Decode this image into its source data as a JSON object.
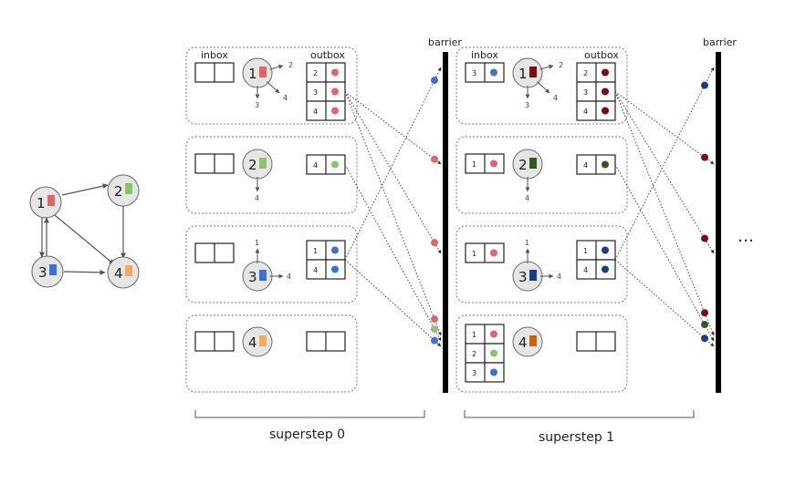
{
  "colors": {
    "red": "#e06666",
    "green": "#8bc46a",
    "blue": "#3d6fd8",
    "orange": "#f2a960",
    "dark_red": "#7a0d0d",
    "dark_green": "#2e5b1e",
    "dark_blue": "#1b3f86",
    "dark_orange": "#c8640a",
    "node_fill": "#e6e6e6",
    "line": "#555555"
  },
  "graph": {
    "nodes": [
      {
        "id": "1",
        "color": "red"
      },
      {
        "id": "2",
        "color": "green"
      },
      {
        "id": "3",
        "color": "blue"
      },
      {
        "id": "4",
        "color": "orange"
      }
    ]
  },
  "labels": {
    "inbox": "inbox",
    "outbox": "outbox",
    "barrier": "barrier",
    "superstep0": "superstep 0",
    "superstep1": "superstep 1",
    "ellipsis": "…"
  },
  "superstep0": {
    "workers": [
      {
        "vertex": "1",
        "vcolor": "red",
        "inbox": [],
        "outbox": [
          {
            "to": "2",
            "color": "red"
          },
          {
            "to": "3",
            "color": "red"
          },
          {
            "to": "4",
            "color": "red"
          }
        ],
        "edges": [
          "2",
          "3",
          "4"
        ]
      },
      {
        "vertex": "2",
        "vcolor": "green",
        "inbox": [],
        "outbox": [
          {
            "to": "4",
            "color": "green"
          }
        ],
        "edges": [
          "4"
        ]
      },
      {
        "vertex": "3",
        "vcolor": "blue",
        "inbox": [],
        "outbox": [
          {
            "to": "1",
            "color": "blue"
          },
          {
            "to": "4",
            "color": "blue"
          }
        ],
        "edges": [
          "1",
          "4"
        ]
      },
      {
        "vertex": "4",
        "vcolor": "orange",
        "inbox": [],
        "outbox": [],
        "edges": []
      }
    ]
  },
  "superstep1": {
    "workers": [
      {
        "vertex": "1",
        "vcolor": "dark_red",
        "inbox": [
          {
            "from": "3",
            "color": "blue"
          }
        ],
        "outbox": [
          {
            "to": "2",
            "color": "dark_red"
          },
          {
            "to": "3",
            "color": "dark_red"
          },
          {
            "to": "4",
            "color": "dark_red"
          }
        ],
        "edges": [
          "2",
          "3",
          "4"
        ]
      },
      {
        "vertex": "2",
        "vcolor": "dark_green",
        "inbox": [
          {
            "from": "1",
            "color": "red"
          }
        ],
        "outbox": [
          {
            "to": "4",
            "color": "dark_green"
          }
        ],
        "edges": [
          "4"
        ]
      },
      {
        "vertex": "3",
        "vcolor": "dark_blue",
        "inbox": [
          {
            "from": "1",
            "color": "red"
          }
        ],
        "outbox": [
          {
            "to": "1",
            "color": "dark_blue"
          },
          {
            "to": "4",
            "color": "dark_blue"
          }
        ],
        "edges": [
          "1",
          "4"
        ]
      },
      {
        "vertex": "4",
        "vcolor": "dark_orange",
        "inbox": [
          {
            "from": "1",
            "color": "red"
          },
          {
            "from": "2",
            "color": "green"
          },
          {
            "from": "3",
            "color": "blue"
          }
        ],
        "outbox": [],
        "edges": []
      }
    ]
  }
}
